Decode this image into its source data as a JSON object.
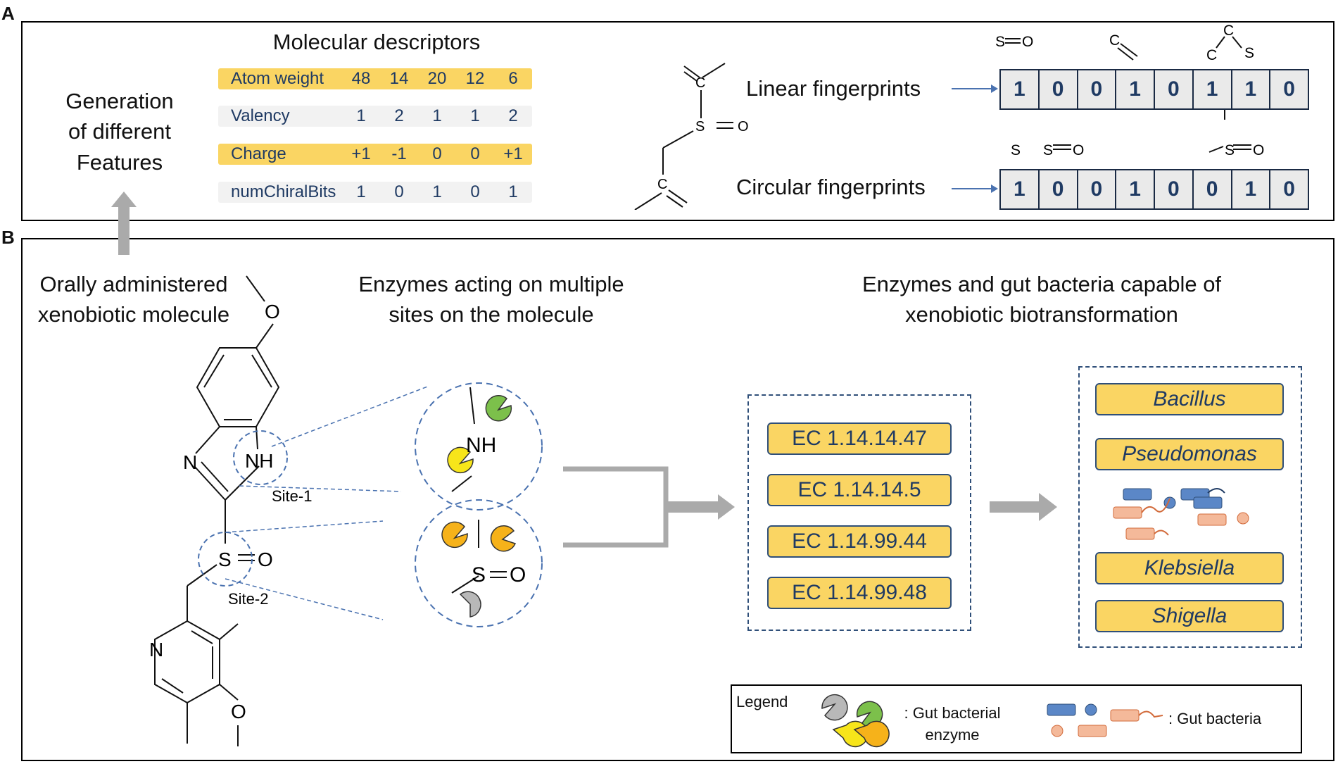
{
  "panelA": {
    "letter": "A",
    "generation_text": [
      "Generation",
      "of different",
      "Features"
    ],
    "descriptors_title": "Molecular descriptors",
    "descriptors": [
      {
        "label": "Atom weight",
        "values": [
          "48",
          "14",
          "20",
          "12",
          "6"
        ]
      },
      {
        "label": "Valency",
        "values": [
          "1",
          "2",
          "1",
          "1",
          "2"
        ]
      },
      {
        "label": "Charge",
        "values": [
          "+1",
          "-1",
          "0",
          "0",
          "+1"
        ]
      },
      {
        "label": "numChiralBits",
        "values": [
          "1",
          "0",
          "1",
          "0",
          "1"
        ]
      }
    ],
    "linear_label": "Linear fingerprints",
    "linear_bits": [
      "1",
      "0",
      "0",
      "1",
      "0",
      "1",
      "1",
      "0"
    ],
    "circular_label": "Circular fingerprints",
    "circular_bits": [
      "1",
      "0",
      "0",
      "1",
      "0",
      "0",
      "1",
      "0"
    ],
    "fragment_labels": {
      "so": "S",
      "o": "O",
      "c": "C",
      "s": "S"
    }
  },
  "panelB": {
    "letter": "B",
    "molecule_title": [
      "Orally administered",
      "xenobiotic molecule"
    ],
    "enzymes_title": [
      "Enzymes acting on multiple",
      "sites on the molecule"
    ],
    "bacteria_title": [
      "Enzymes and gut bacteria capable of",
      "xenobiotic biotransformation"
    ],
    "site1": "Site-1",
    "site2": "Site-2",
    "atoms": {
      "N": "N",
      "NH": "NH",
      "O": "O",
      "S": "S"
    },
    "ec_numbers": [
      "EC 1.14.14.47",
      "EC 1.14.14.5",
      "EC 1.14.99.44",
      "EC 1.14.99.48"
    ],
    "bacteria": [
      "Bacillus",
      "Pseudomonas",
      "Klebsiella",
      "Shigella"
    ],
    "legend": {
      "title": "Legend",
      "enzyme_label": ": Gut bacterial",
      "enzyme_label2": "enzyme",
      "bacteria_label": ": Gut bacteria"
    }
  },
  "colors": {
    "accent_yellow": "#fad563",
    "dark_blue": "#1f3a63",
    "dash_blue": "#4a72b0",
    "gray_arrow": "#aaaaaa",
    "enzyme_green": "#7cc04b",
    "enzyme_yellow": "#f7e51a",
    "enzyme_orange": "#f6b21a",
    "enzyme_gray": "#b8b8b8",
    "bacteria_blue": "#5b87c7",
    "bacteria_salmon": "#f4b99a"
  }
}
